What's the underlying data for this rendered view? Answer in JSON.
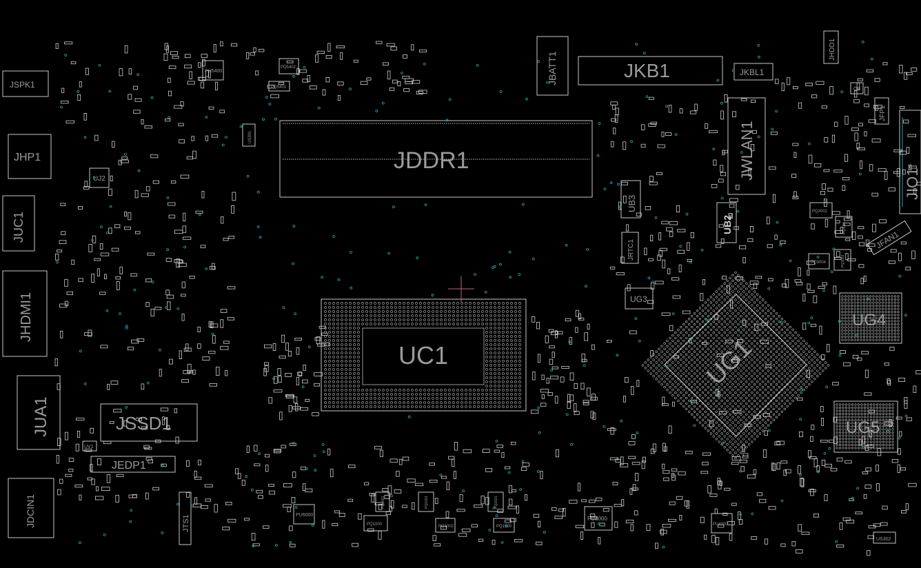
{
  "components": {
    "JSPK1": "JSPK1",
    "JHP1": "JHP1",
    "JUC1": "JUC1",
    "JHDMI1": "JHDMI1",
    "JUA1": "JUA1",
    "JDCIN1": "JDCIN1",
    "JSSD1": "JSSD1",
    "JEDP1": "JEDP1",
    "JDDR1": "JDDR1",
    "JBATT1": "JBATT1",
    "JKB1": "JKB1",
    "JKBL1": "JKBL1",
    "JWLAN1": "JWLAN1",
    "JHDD1": "JHDD1",
    "JFP1": "JFP1",
    "JIO1": "JIO1",
    "JFAN1": "JFAN1",
    "JRTC1": "JRTC1",
    "JTS1": "JTS1",
    "UC1": "UC1",
    "UG1": "UG1",
    "UG3": "UG3",
    "UG4": "UG4",
    "UG5": "UG5",
    "UB2": "UB2",
    "UB3": "UB3",
    "UJ2": "UJ2",
    "UV1": "UV1",
    "PU5400": "PU5400",
    "PU8000": "PU8000",
    "PU6000": "PU6000",
    "PU4000": "PU4000",
    "PQ5402": "PQ5402",
    "PQ5401": "PQ5401",
    "PQ1000": "PQ1000",
    "PQ1002": "PQ1002",
    "PQ1500": "PQ1500",
    "PQ1001": "PQ1001",
    "PQ1501": "PQ1501",
    "PQ1003": "PQ1003",
    "PQ3002": "PQ3002",
    "PQ3004": "PQ3004",
    "PQ3001": "PQ3001",
    "PQ3003": "PQ3003",
    "US301": "US301",
    "US302": "US302",
    "QB": "QB"
  },
  "colors": {
    "background": "#000000",
    "outline": "#c8c8c8",
    "label": "#9a9a9a",
    "via": "#2aa6b8",
    "cursor": "#c8607a"
  }
}
